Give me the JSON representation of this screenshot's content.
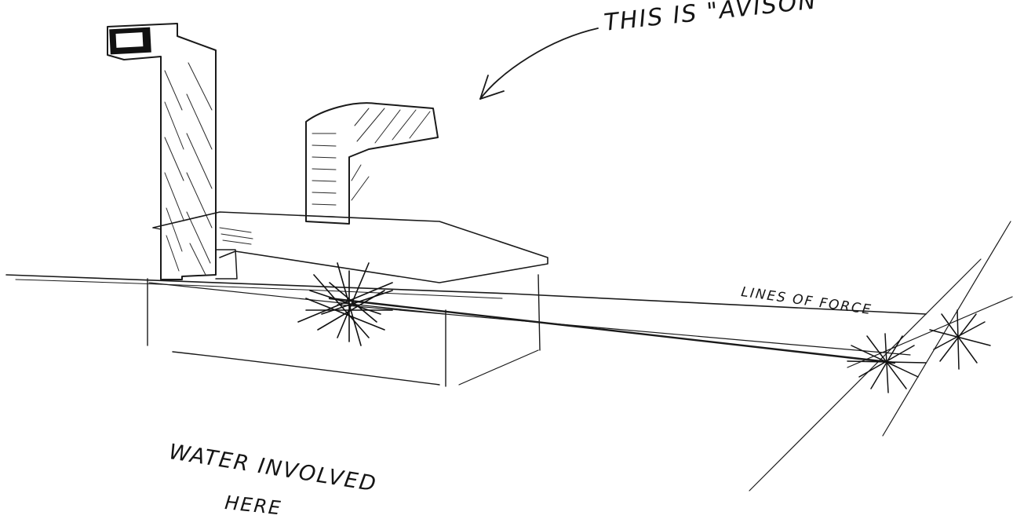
{
  "annotations": {
    "title": "THIS IS \"AVISON\"",
    "lines_of_force": "LINES OF FORCE",
    "water_line_1": "WATER INVOLVED",
    "water_line_2": "HERE"
  },
  "colors": {
    "ink": "#1a1a1a",
    "paper": "#ffffff"
  }
}
